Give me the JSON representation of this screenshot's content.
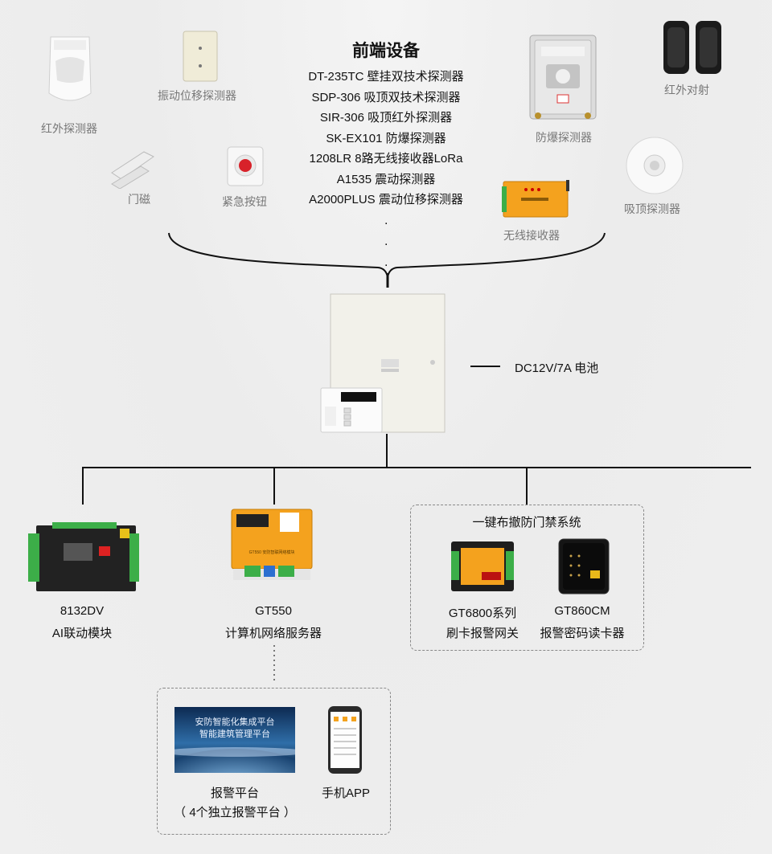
{
  "front": {
    "title": "前端设备",
    "items": [
      "DT-235TC 壁挂双技术探测器",
      "SDP-306 吸顶双技术探测器",
      "SIR-306 吸顶红外探测器",
      "SK-EX101 防爆探测器",
      "1208LR 8路无线接收器LoRa",
      "A1535 震动探测器",
      "A2000PLUS 震动位移探测器"
    ],
    "ellipsis": [
      ".",
      ".",
      "."
    ]
  },
  "devices": {
    "infrared": "红外探测器",
    "vibration": "振动位移探测器",
    "door": "门磁",
    "panic": "紧急按钮",
    "explosion": "防爆探测器",
    "beam": "红外对射",
    "wireless": "无线接收器",
    "ceiling": "吸顶探测器"
  },
  "panel": {
    "battery": "DC12V/7A 电池"
  },
  "modules": {
    "m8132": {
      "name": "8132DV",
      "desc": "AI联动模块"
    },
    "gt550": {
      "name": "GT550",
      "desc": "计算机网络服务器",
      "tag": "GT550  安防智联网络模块"
    },
    "access": {
      "title": "一键布撤防门禁系统",
      "gt6800": {
        "name": "GT6800系列",
        "desc": "刷卡报警网关"
      },
      "gt860": {
        "name": "GT860CM",
        "desc": "报警密码读卡器"
      }
    }
  },
  "platform": {
    "screen_line1": "安防智能化集成平台",
    "screen_line2": "智能建筑管理平台",
    "alarm": "报警平台",
    "alarm_note": "（ 4个独立报警平台 ）",
    "app": "手机APP"
  },
  "colors": {
    "orange": "#f4a21e",
    "pcb": "#222222",
    "green": "#3cae48"
  }
}
